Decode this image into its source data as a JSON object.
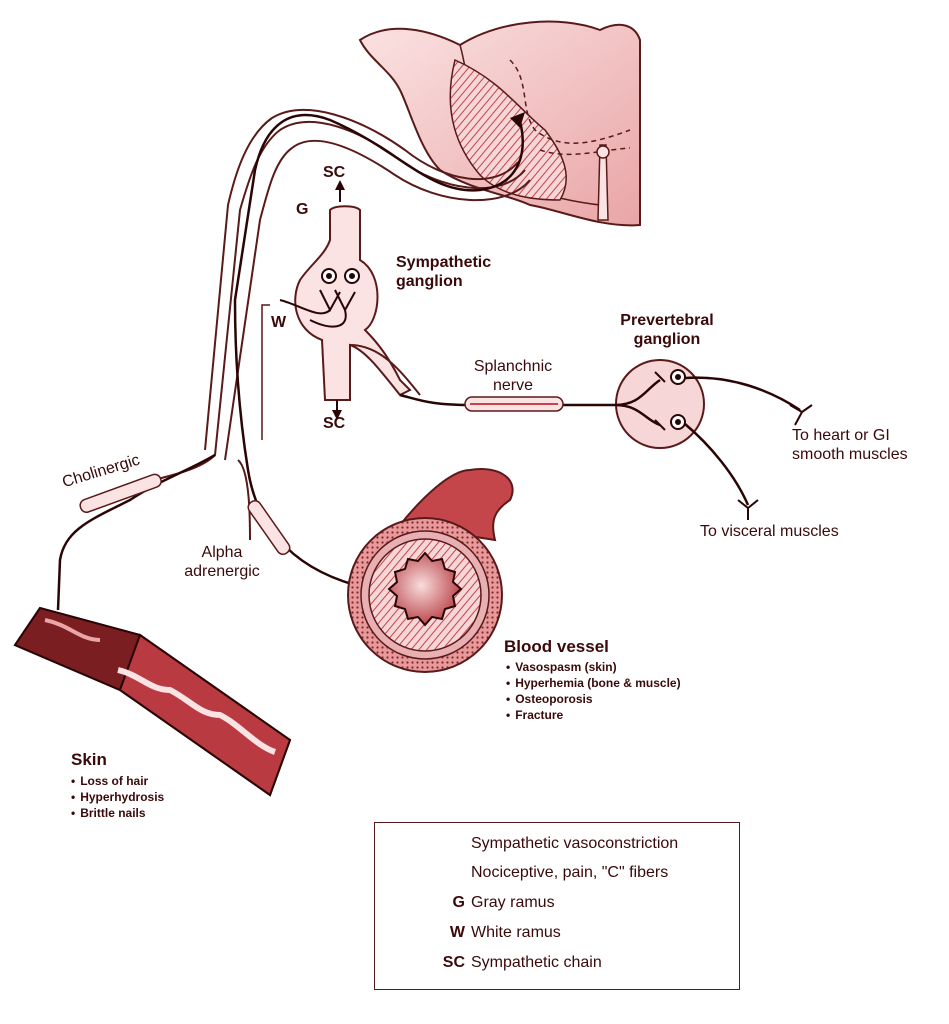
{
  "labels": {
    "sc_top": "SC",
    "g": "G",
    "w": "W",
    "sc_bottom": "SC",
    "sympathetic_ganglion": "Sympathetic ganglion",
    "prevertebral_ganglion": "Prevertebral ganglion",
    "splanchnic_nerve": "Splanchnic nerve",
    "to_heart": "To heart or GI smooth muscles",
    "to_visceral": "To visceral muscles",
    "cholinergic": "Cholinergic",
    "alpha_adrenergic": "Alpha adrenergic"
  },
  "blood_vessel": {
    "title": "Blood vessel",
    "items": [
      "Vasospasm (skin)",
      "Hyperhemia (bone & muscle)",
      "Osteoporosis",
      "Fracture"
    ]
  },
  "skin": {
    "title": "Skin",
    "items": [
      "Loss of hair",
      "Hyperhydrosis",
      "Brittle nails"
    ]
  },
  "legend": {
    "rows": [
      {
        "key": "",
        "text": "Sympathetic vasoconstriction"
      },
      {
        "key": "",
        "text": "Nociceptive, pain, \"C\" fibers"
      },
      {
        "key": "G",
        "text": "Gray ramus"
      },
      {
        "key": "W",
        "text": "White ramus"
      },
      {
        "key": "SC",
        "text": "Sympathetic chain"
      }
    ]
  },
  "colors": {
    "ink": "#3a0a0a",
    "tissue": "#c4454a",
    "tissue_dark": "#7a1e22",
    "tissue_light": "#f1c9c9"
  }
}
